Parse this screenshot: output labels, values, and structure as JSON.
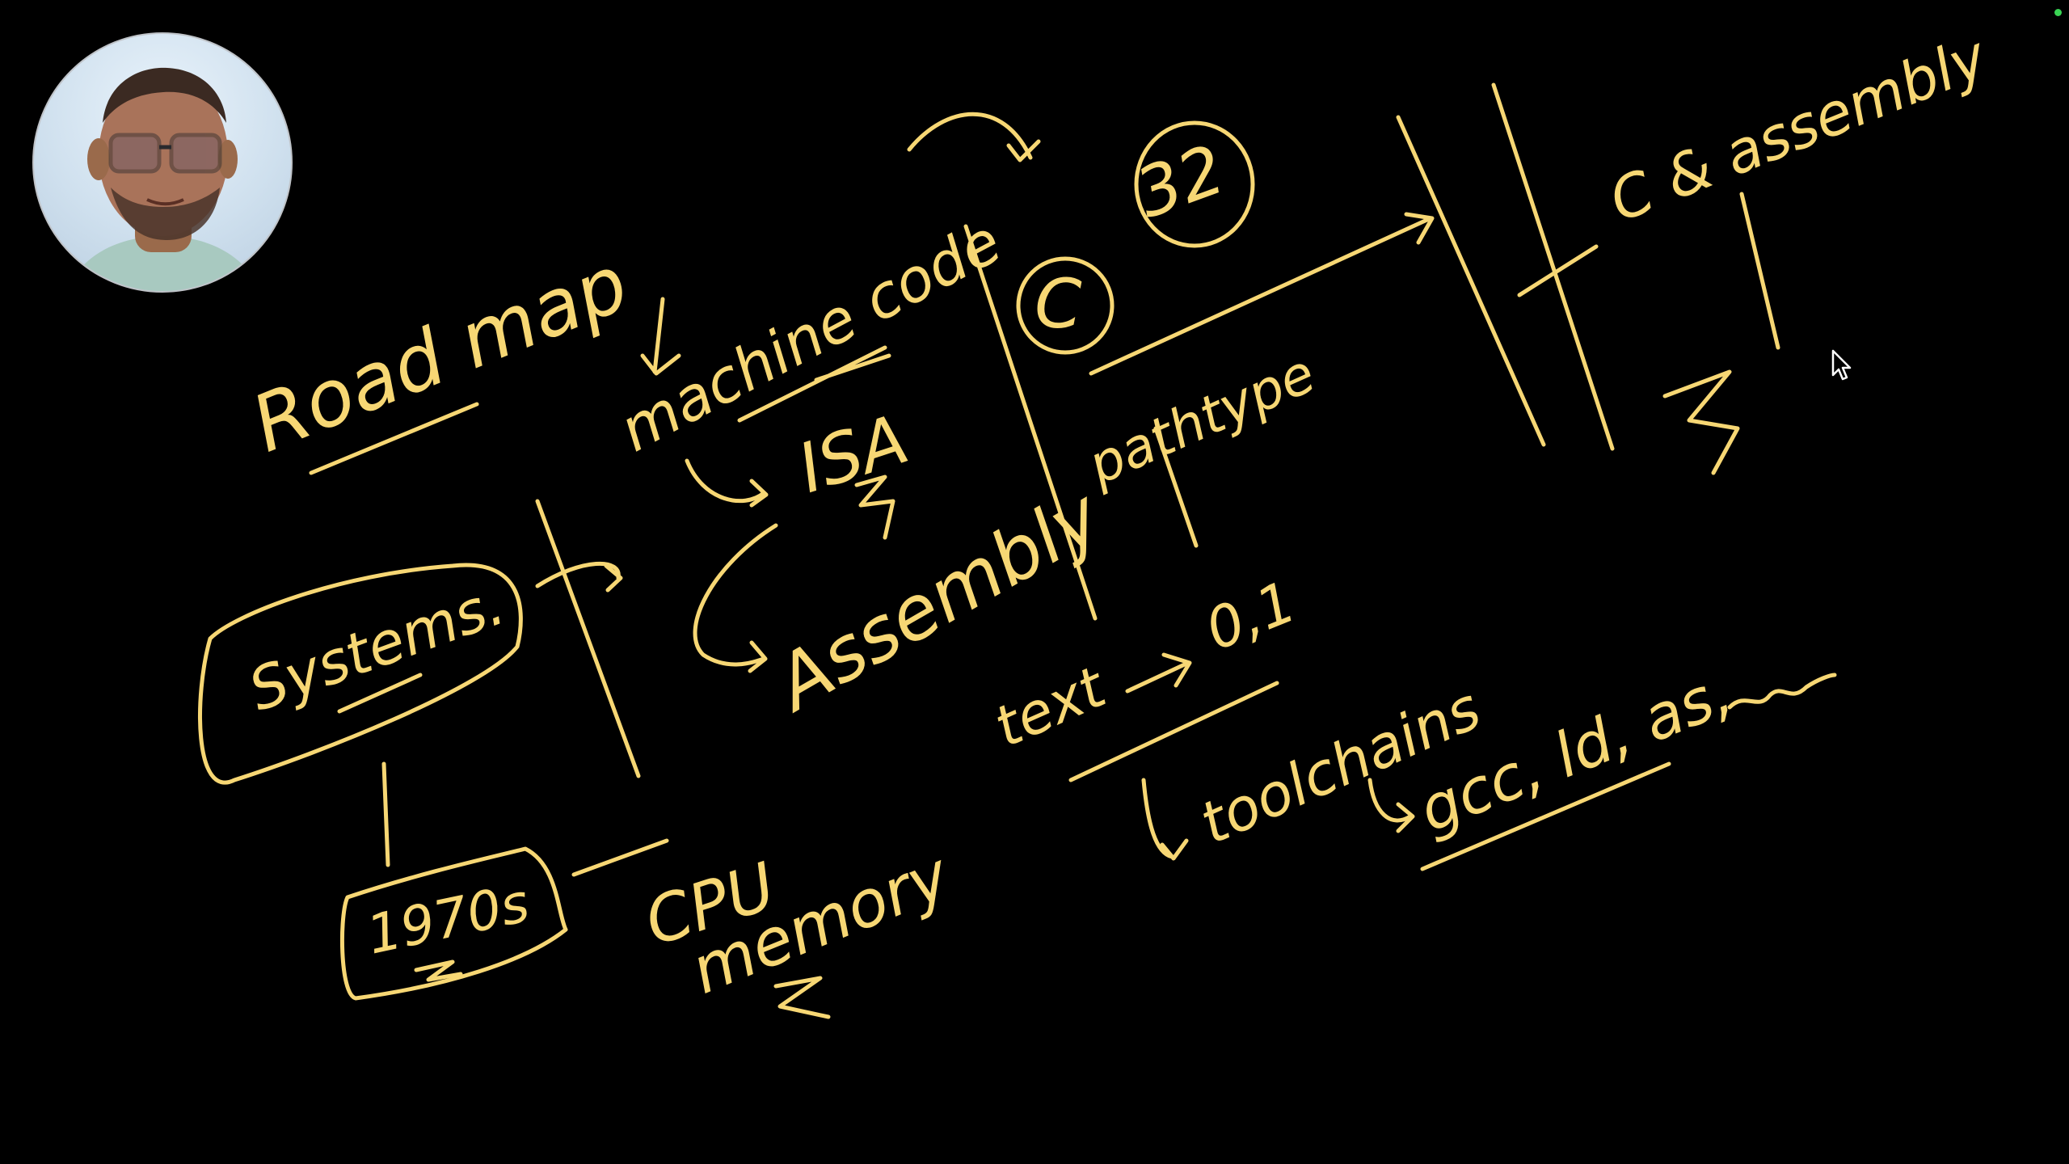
{
  "colors": {
    "background": "#000000",
    "ink": "#f7d774",
    "recording_indicator": "#39d353"
  },
  "whiteboard": {
    "labels": {
      "roadmap": "Road map",
      "systems": "Systems.",
      "year": "1970s",
      "machine_code": "machine code",
      "isa": "ISA",
      "assembly": "Assembly",
      "cpu": "CPU",
      "memory": "memory",
      "c_letter": "C",
      "number_32": "32",
      "pathtype": "pathtype",
      "c_and_assembly": "C & assembly",
      "text": "text",
      "zero_one": "0,1",
      "toolchains": "toolchains",
      "tools": "gcc, ld, as,"
    }
  },
  "presenter": {
    "avatar_icon": "webcam-presenter"
  },
  "pointer": {
    "icon": "mouse-cursor-icon"
  }
}
